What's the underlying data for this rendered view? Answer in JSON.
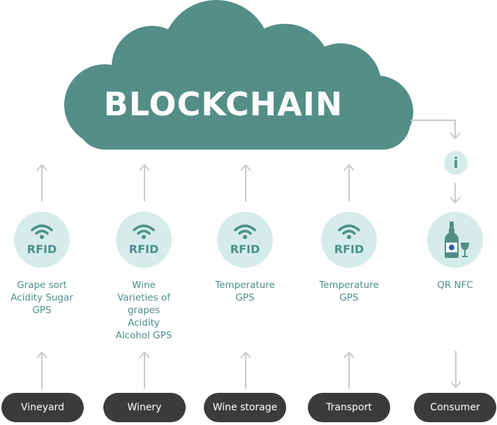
{
  "title": "BLOCKCHAIN",
  "colors": {
    "cloud": "#548e87",
    "circle": "#d5ecea",
    "text": "#4a8f8a",
    "arrow": "#c9c9c9",
    "pill": "#3b3b3b"
  },
  "stages": [
    {
      "name": "Vineyard",
      "tag": "RFID",
      "icon": "wifi-icon",
      "details": [
        "Grape sort",
        "Acidity Sugar",
        "GPS"
      ]
    },
    {
      "name": "Winery",
      "tag": "RFID",
      "icon": "wifi-icon",
      "details": [
        "Wine",
        "Varieties of",
        "grapes",
        "Acidity",
        "Alcohol GPS"
      ]
    },
    {
      "name": "Wine storage",
      "tag": "RFID",
      "icon": "wifi-icon",
      "details": [
        "Temperature",
        "GPS"
      ]
    },
    {
      "name": "Transport",
      "tag": "RFID",
      "icon": "wifi-icon",
      "details": [
        "Temperature",
        "GPS"
      ]
    },
    {
      "name": "Consumer",
      "tag": "",
      "icon": "wine-bottle-glass-icon",
      "details": [
        "QR NFC"
      ]
    }
  ],
  "info_badge": {
    "label": "i",
    "icon": "info-icon"
  }
}
